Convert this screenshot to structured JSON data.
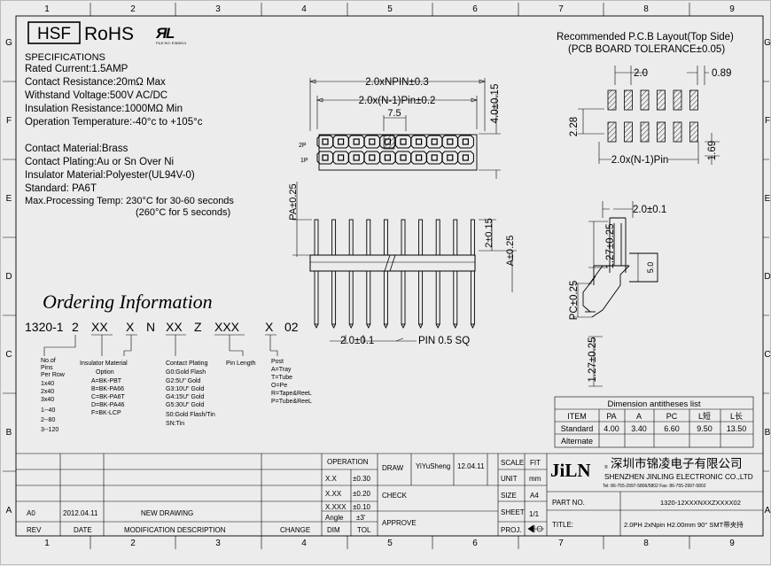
{
  "grid": {
    "cols": [
      "1",
      "2",
      "3",
      "4",
      "5",
      "6",
      "7",
      "8",
      "9"
    ],
    "rows": [
      "G",
      "F",
      "E",
      "D",
      "C",
      "B",
      "A"
    ]
  },
  "logos": {
    "hsf": "HSF",
    "rohs": "RoHS",
    "ul_mark": "FILE NO: E363913"
  },
  "specifications": {
    "title": "SPECIFICATIONS",
    "lines": [
      "Rated Current:1.5AMP",
      "Contact Resistance:20mΩ Max",
      "Withstand Voltage:500V AC/DC",
      "Insulation Resistance:1000MΩ Min",
      "Operation Temperature:-40°c to +105°c"
    ],
    "materials": [
      "Contact Material:Brass",
      "Contact Plating:Au or Sn Over Ni",
      "Insulator Material:Polyester(UL94V-0)",
      "Standard:   PA6T",
      "Max.Processing Temp: 230°C for 30-60 seconds",
      "(260°C for 5 seconds)"
    ]
  },
  "ordering": {
    "title": "Ordering Information",
    "code": [
      "1320-1",
      "2",
      "XX",
      "X",
      "N",
      "XX",
      "Z",
      "XXX",
      "X",
      "02"
    ],
    "col1": [
      "No.of",
      "Pins",
      "Per Row",
      "1x40",
      "2x40",
      "3x40",
      "1--40",
      "2--80",
      "3--120"
    ],
    "col2": [
      "Insulator Material",
      "Option",
      "A=BK-PBT",
      "B=BK-PA66",
      "C=BK-PA6T",
      "D=BK-PA46",
      "F=BK-LCP"
    ],
    "col3": [
      "Contact  Plating",
      "G0:Gold  Flash",
      "G2:5U\"  Gold",
      "G3:10U\"  Gold",
      "G4:15U\"  Gold",
      "G5:30U\"  Gold",
      "S0:Gold  Flash/Tin",
      "SN:Tin"
    ],
    "col4": [
      "Pin  Length"
    ],
    "col5": [
      "Post",
      "A=Tray",
      "T=Tube",
      "O=Pe",
      "R=Tape&ReeL",
      "P=Tube&ReeL"
    ]
  },
  "top_view": {
    "dim_npin": "2.0xNPIN±0.3",
    "dim_n1": "2.0x(N-1)Pin±0.2",
    "dim_75": "7.5",
    "dim_40": "4.0±0.15",
    "row2": "2P",
    "row1": "1P"
  },
  "front_view": {
    "pa": "PA±0.25",
    "dim_215": "2±0.15",
    "dim_a": "A±0.25",
    "pitch": "2.0±0.1",
    "pin": "PIN  0.5  SQ"
  },
  "pcb": {
    "title1": "Recommended P.C.B Layout(Top Side)",
    "title2": "(PCB BOARD TOLERANCE±0.05)",
    "dim_20": "2.0",
    "dim_089": "0.89",
    "dim_228": "2.28",
    "dim_169": "1.69",
    "dim_n1": "2.0x(N-1)Pin"
  },
  "side_view": {
    "pitch": "2.0±0.1",
    "top": "1.27±0.25",
    "pc": "PC±0.25",
    "bottom": "1.27±0.25",
    "height": "5.0"
  },
  "dimension_table": {
    "title": "Dimension  antitheses  list",
    "headers": [
      "ITEM",
      "PA",
      "A",
      "PC",
      "L短",
      "L长"
    ],
    "rows": [
      [
        "Standard",
        "4.00",
        "3.40",
        "6.60",
        "9.50",
        "13.50"
      ],
      [
        "Alternate",
        "",
        "",
        "",
        "",
        ""
      ]
    ]
  },
  "title_block": {
    "revisions": {
      "rev": "A0",
      "date": "2012.04.11",
      "desc": "NEW  DRAWING"
    },
    "footer": {
      "rev": "REV",
      "date": "DATE",
      "desc": "MODIFICATION  DESCRIPTION",
      "change": "CHANGE"
    },
    "tolerances": {
      "operation": "OPERATION",
      "rows": [
        [
          "X.X",
          "±0.30"
        ],
        [
          "X.XX",
          "±0.20"
        ],
        [
          "X.XXX",
          "±0.10"
        ],
        [
          "Angle",
          "±3'"
        ]
      ],
      "dim": "DIM",
      "tol": "TOL"
    },
    "draw": "DRAW",
    "drawer": "YiYuSheng",
    "draw_date": "12.04.11",
    "check": "CHECK",
    "approve": "APPROVE",
    "scale": "SCALE",
    "scale_val": "FIT",
    "unit": "UNIT",
    "unit_val": "mm",
    "size": "SIZE",
    "size_val": "A4",
    "sheet": "SHEET",
    "sheet_val": "1/1",
    "proj": "PROJ.",
    "company_logo": "JiLN",
    "company_cn": "深圳市锦凌电子有限公司",
    "company_en": "SHENZHEN JINLING ELECTRONIC CO.,LTD",
    "company_tel": "Tel: 86-755-2997-5806/5802    Fax: 86-755-2997-5802",
    "part_no_label": "PART  NO.",
    "part_no": "1320-12XXXNXXZXXXX02",
    "title_label": "TITLE:",
    "title": "2.0PH  2xNpin  H2.00mm  90° SMT带夹持"
  }
}
